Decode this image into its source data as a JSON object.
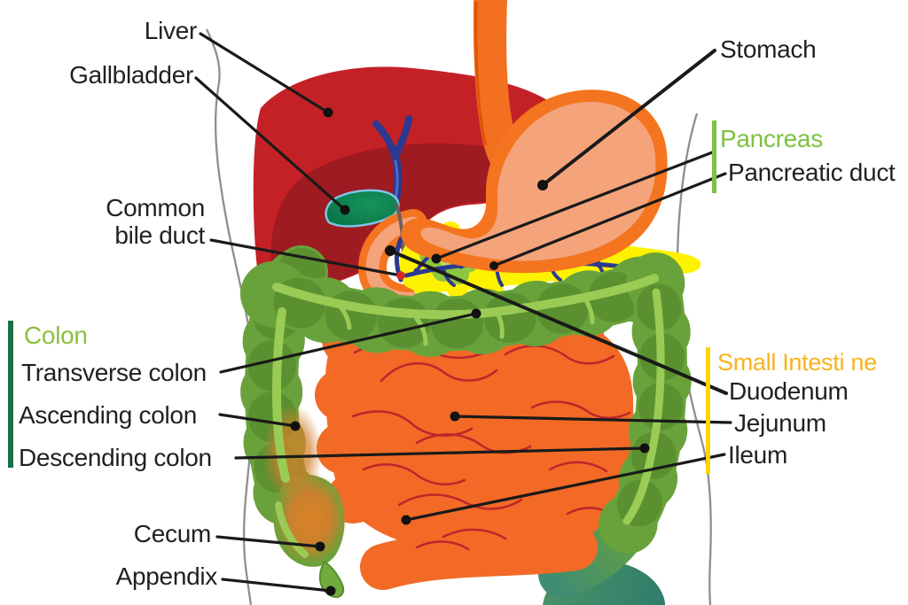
{
  "labels": {
    "liver": "Liver",
    "gallbladder": "Gallbladder",
    "common_bile_duct": {
      "line1": "Common",
      "line2": "bile duct"
    },
    "stomach": "Stomach",
    "pancreas": "Pancreas",
    "pancreatic_duct": "Pancreatic duct",
    "colon": "Colon",
    "transverse_colon": "Transverse colon",
    "ascending_colon": "Ascending colon",
    "descending_colon": "Descending colon",
    "small_intestine": "Small Intesti ne",
    "duodenum": "Duodenum",
    "jejunum": "Jejunum",
    "ileum": "Ileum",
    "cecum": "Cecum",
    "appendix": "Appendix"
  },
  "colors": {
    "label_text": "#231F20",
    "colon_label_green": "#8CBF3F",
    "colon_bar_green": "#1B6F47",
    "pancreas_label_green": "#7DC242",
    "small_intestine_label_yellow": "#F9B21A",
    "small_intestine_bar_yellow": "#FFD20A",
    "liver_red": "#C42127",
    "liver_dark_red": "#9E1B21",
    "stomach_orange": "#F4741F",
    "stomach_inner_salmon": "#F4A37A",
    "small_intestine_orange": "#F26A26",
    "intestine_line_red": "#BE272B",
    "colon_green": "#69A23A",
    "colon_highlight_green": "#9ACB55",
    "pancreas_yellow": "#FFF200",
    "duct_blue": "#2B3990",
    "gallbladder_teal": "#0B8050",
    "rectum_teal": "#3F8C72",
    "body_outline_gray": "#8F8F8F",
    "leader_line_black": "#1A1A1A",
    "bile_duct_dot_red": "#D8262B"
  }
}
